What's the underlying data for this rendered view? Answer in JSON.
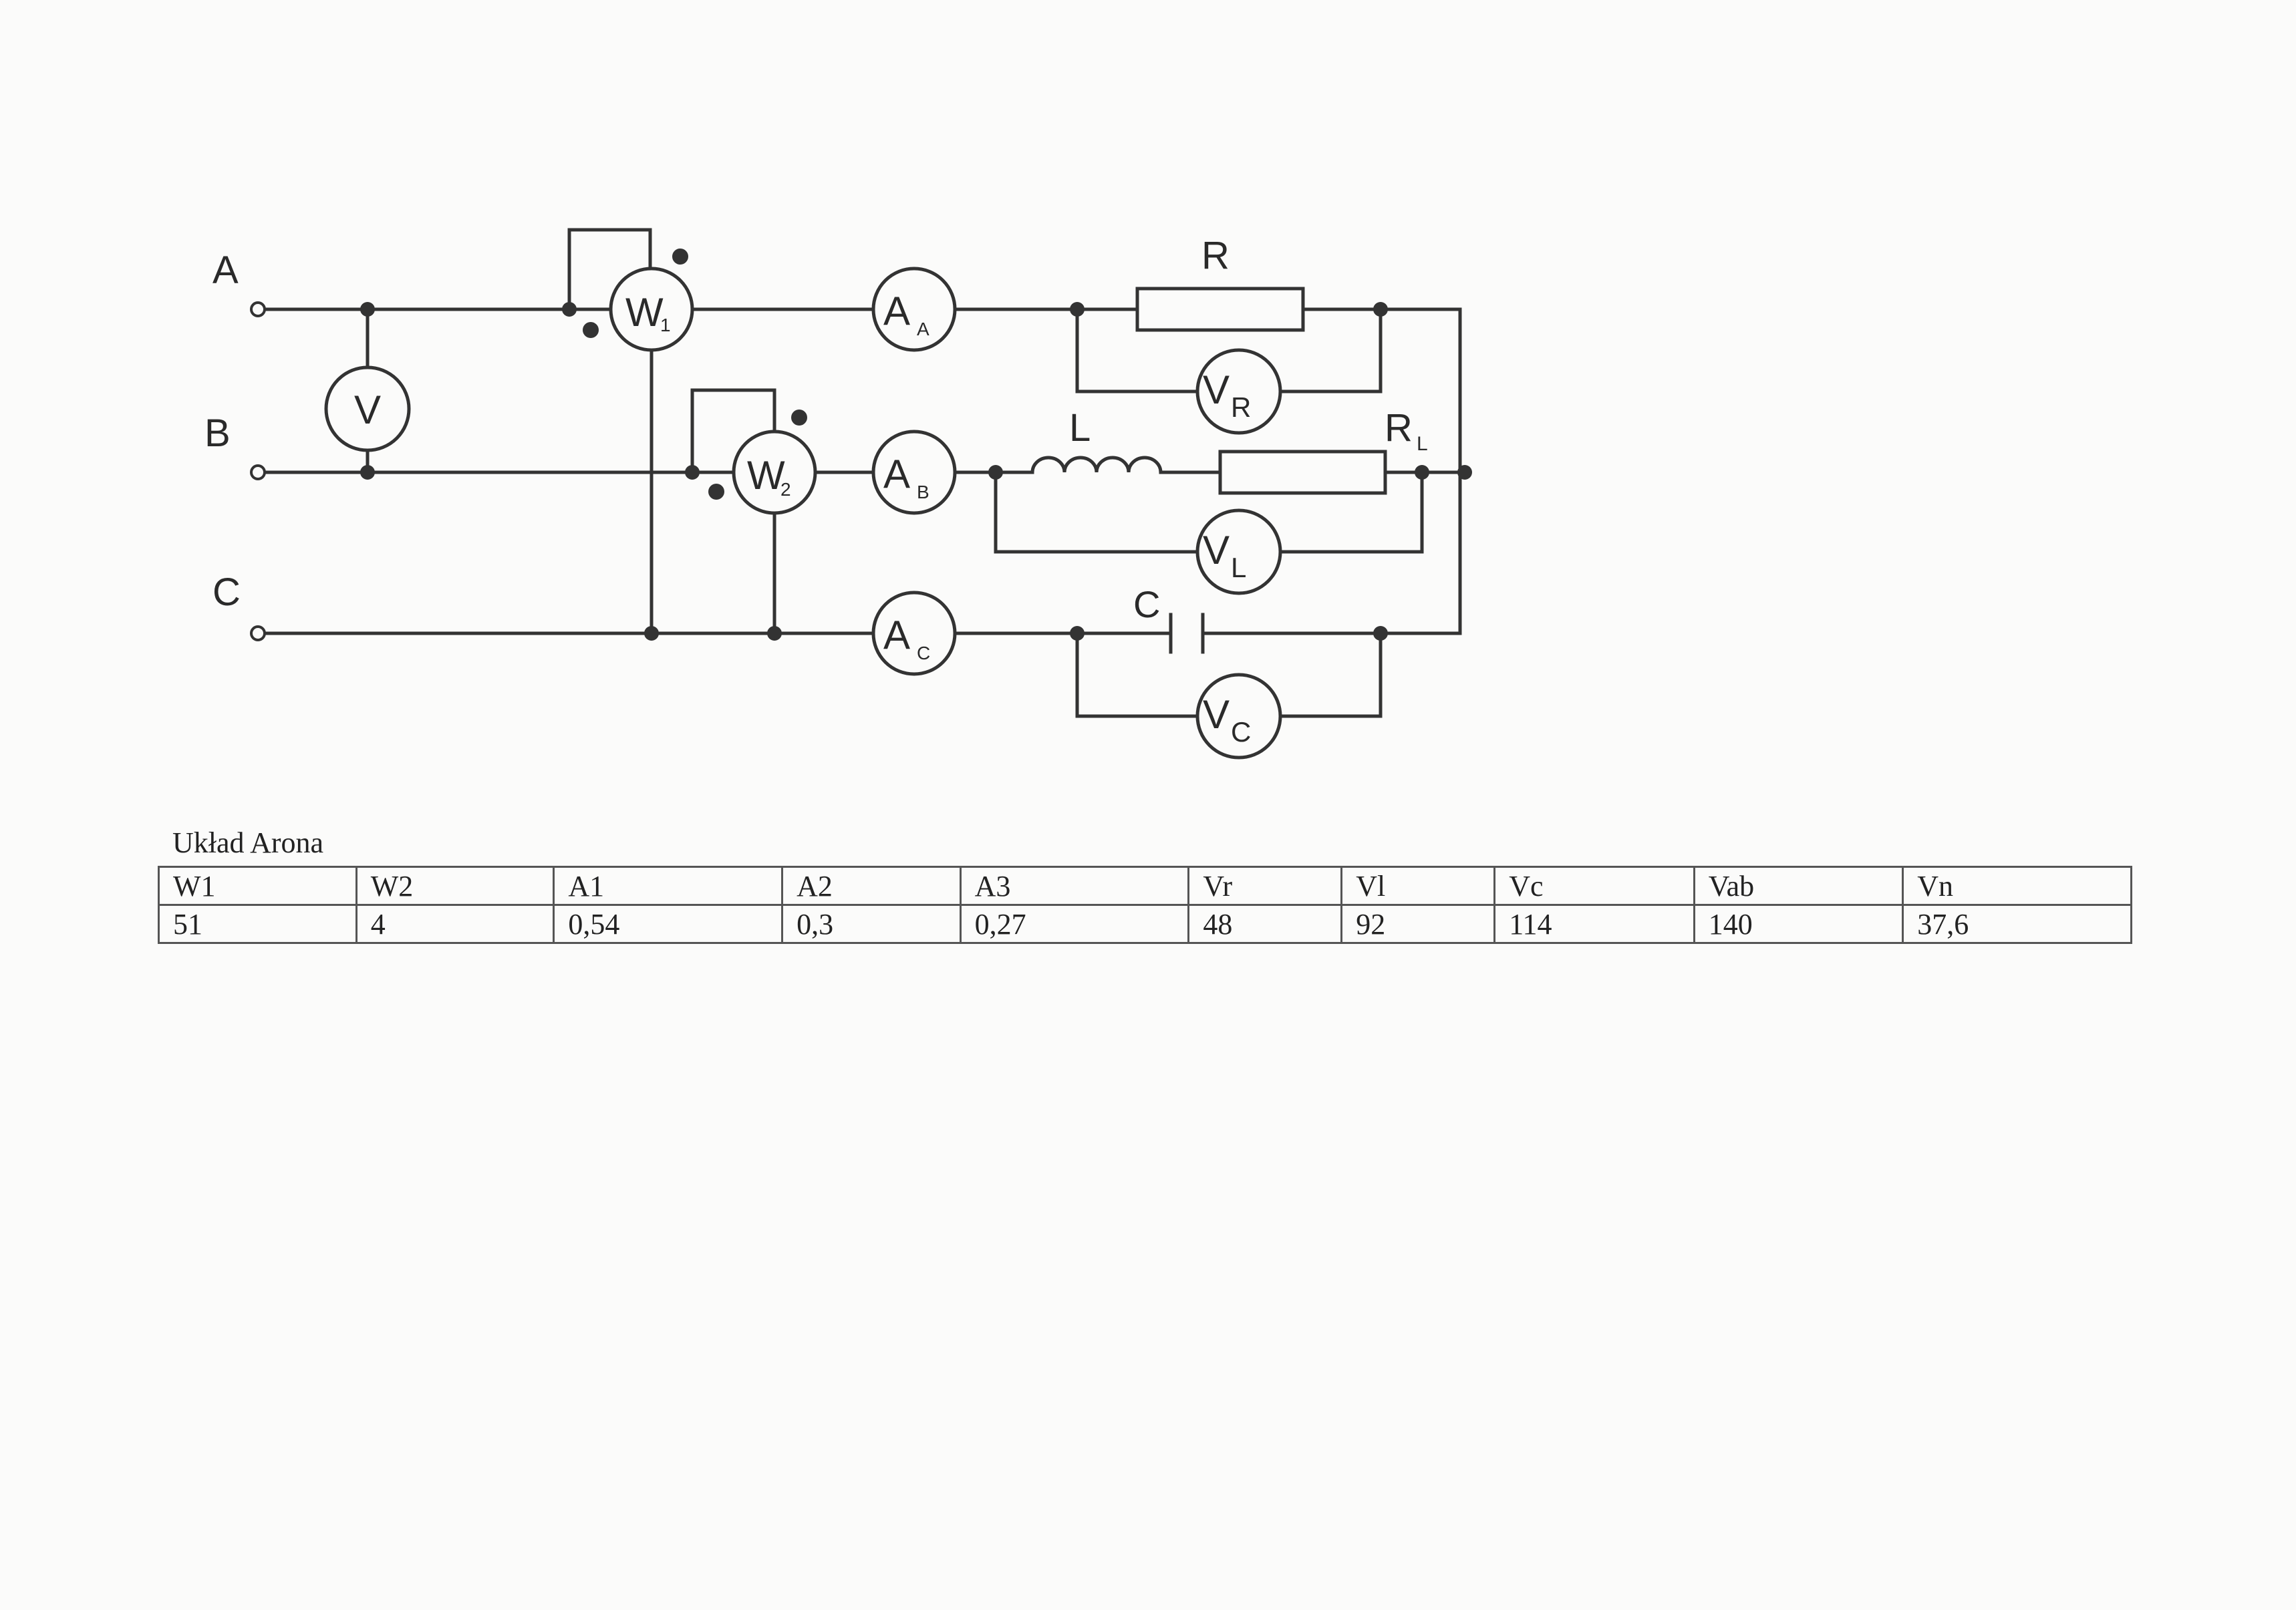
{
  "circuit": {
    "terminals": {
      "a": "A",
      "b": "B",
      "c": "C"
    },
    "voltmeter": {
      "letter": "V"
    },
    "wattmeter_1": {
      "letter": "W",
      "sub": "1"
    },
    "wattmeter_2": {
      "letter": "W",
      "sub": "2"
    },
    "ammeter_a": {
      "letter": "A",
      "sub": "A"
    },
    "ammeter_b": {
      "letter": "A",
      "sub": "B"
    },
    "ammeter_c": {
      "letter": "A",
      "sub": "C"
    },
    "resistor": {
      "label": "R"
    },
    "inductor": {
      "label": "L"
    },
    "inductor_resistance": {
      "letter": "R",
      "sub": "L"
    },
    "capacitor": {
      "label": "C"
    },
    "voltmeter_r": {
      "letter": "V",
      "sub": "R"
    },
    "voltmeter_l": {
      "letter": "V",
      "sub": "L"
    },
    "voltmeter_c": {
      "letter": "V",
      "sub": "C"
    }
  },
  "table": {
    "caption": "Układ Arona",
    "headers": [
      "W1",
      "W2",
      "A1",
      "A2",
      "A3",
      "Vr",
      "Vl",
      "Vc",
      "Vab",
      "Vn"
    ],
    "values": [
      "51",
      "4",
      "0,54",
      "0,3",
      "0,27",
      "48",
      "92",
      "114",
      "140",
      "37,6"
    ]
  }
}
